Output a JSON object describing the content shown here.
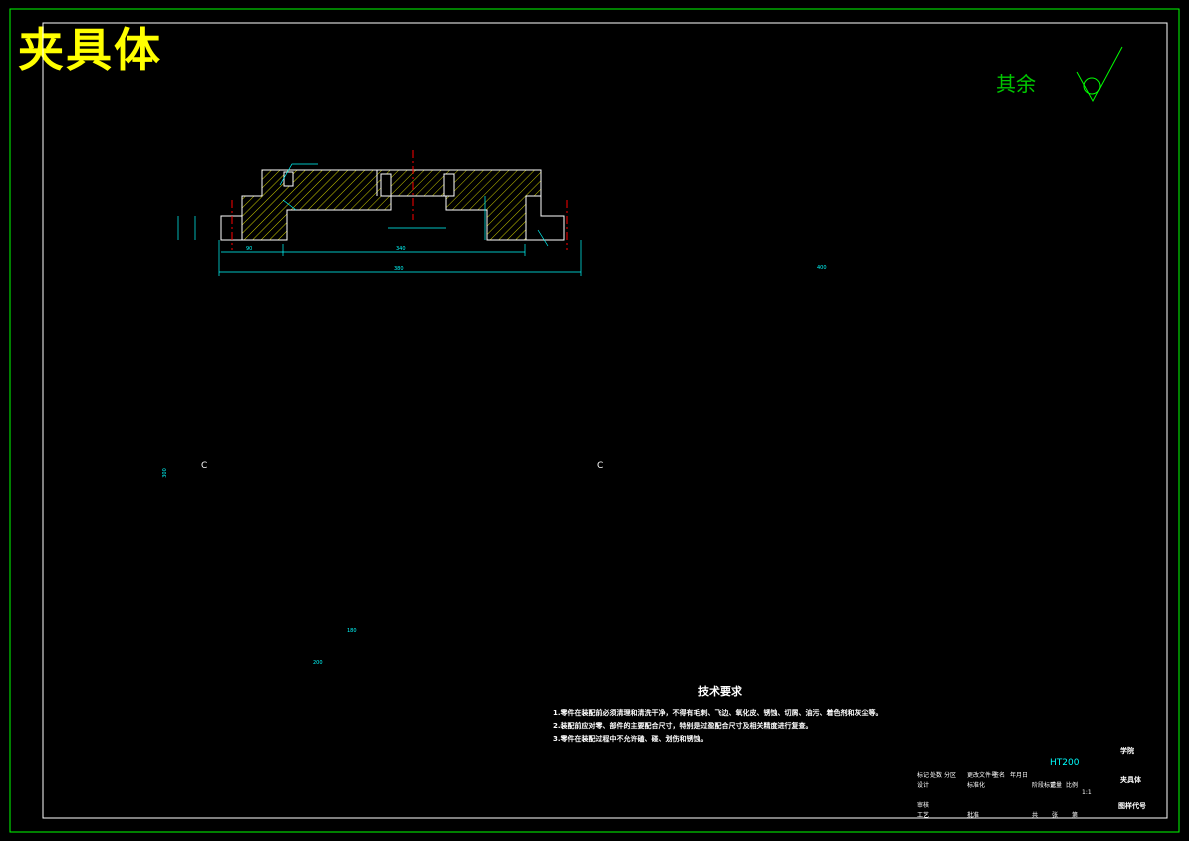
{
  "drawing": {
    "title": "夹具体",
    "rough_note": "其余",
    "section_marks": [
      "C",
      "C"
    ],
    "colors": {
      "background": "#000000",
      "border": "#00ff00",
      "outline": "#ffffff",
      "dimension": "#00ffff",
      "centerline": "#ff0000",
      "hatch": "#ffff00",
      "title": "#ffff00"
    }
  },
  "dimensions": {
    "front_overall": "380",
    "front_inner": "340",
    "front_left": "90",
    "side_width": "400",
    "plan_y": "300",
    "plan_x_half": "180",
    "plan_x": "200"
  },
  "technical_requirements": {
    "title": "技术要求",
    "items": [
      "1.零件在装配前必须清理和清洗干净，不得有毛刺、飞边、氧化皮、锈蚀、切屑、油污、着色剂和灰尘等。",
      "2.装配前应对零、部件的主要配合尺寸，特别是过盈配合尺寸及相关精度进行复查。",
      "3.零件在装配过程中不允许磕、碰、划伤和锈蚀。"
    ]
  },
  "title_block": {
    "material": "HT200",
    "part_name": "夹具体",
    "school": "学院",
    "drawing_no": "图样代号",
    "scale": "1:1",
    "labels": [
      "标记",
      "处数",
      "分区",
      "更改文件号",
      "签名",
      "年月日",
      "设计",
      "标准化",
      "审核",
      "工艺",
      "批准",
      "阶段标记",
      "重量",
      "比例",
      "共",
      "张",
      "第"
    ]
  }
}
